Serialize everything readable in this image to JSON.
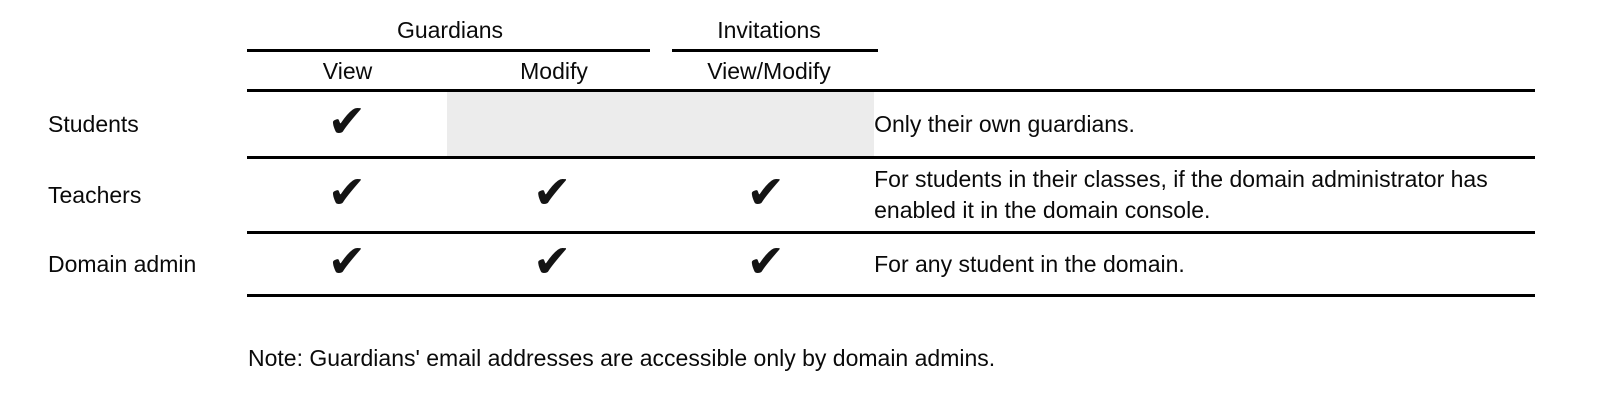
{
  "header": {
    "groups": [
      {
        "label": "Guardians",
        "columns": [
          "View",
          "Modify"
        ]
      },
      {
        "label": "Invitations",
        "columns": [
          "View/Modify"
        ]
      }
    ]
  },
  "rows": [
    {
      "label": "Students",
      "permissions": {
        "view": "✔"
      },
      "note": "Only their own guardians."
    },
    {
      "label": "Teachers",
      "permissions": {
        "view": "✔",
        "modify": "✔",
        "view_modify": "✔"
      },
      "note": "For students in their classes, if the domain administrator has enabled it in the domain console."
    },
    {
      "label": "Domain admin",
      "permissions": {
        "view": "✔",
        "modify": "✔",
        "view_modify": "✔"
      },
      "note": "For any student in the domain."
    }
  ],
  "footnote": "Note: Guardians' email addresses are accessible only by domain admins.",
  "colors": {
    "text": "#0a0a0a",
    "line": "#000000",
    "empty_cell_bg": "#ececec"
  }
}
